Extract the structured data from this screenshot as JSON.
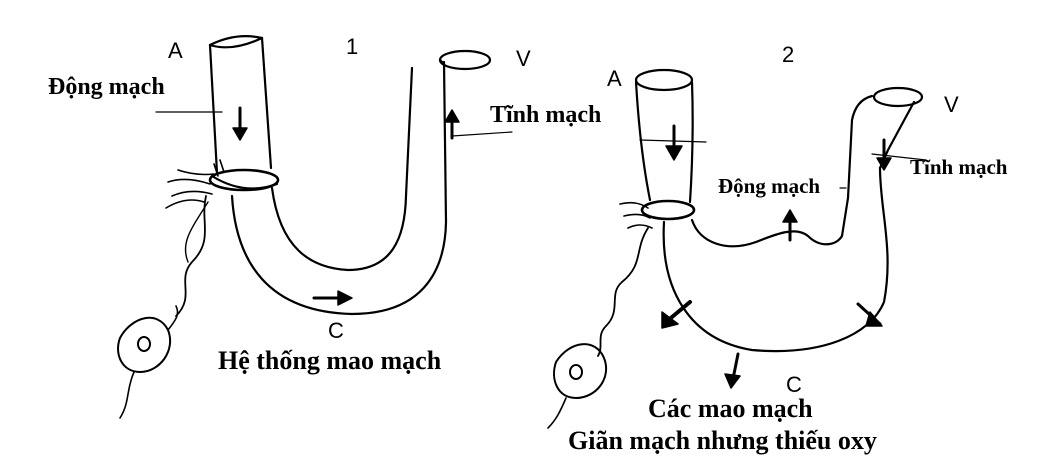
{
  "diagram1": {
    "number": "1",
    "artery_letter": "A",
    "vein_letter": "V",
    "capillary_letter": "C",
    "artery_label": "Động mạch",
    "vein_label": "Tĩnh mạch",
    "caption": "Hệ thống mao mạch"
  },
  "diagram2": {
    "number": "2",
    "artery_letter": "A",
    "vein_letter": "V",
    "capillary_letter": "C",
    "artery_label": "Động mạch",
    "vein_label": "Tĩnh mạch",
    "caption_line1": "Các mao mạch",
    "caption_line2": "Giãn mạch nhưng thiếu oxy"
  },
  "colors": {
    "ink": "#000000",
    "paper": "#ffffff"
  }
}
